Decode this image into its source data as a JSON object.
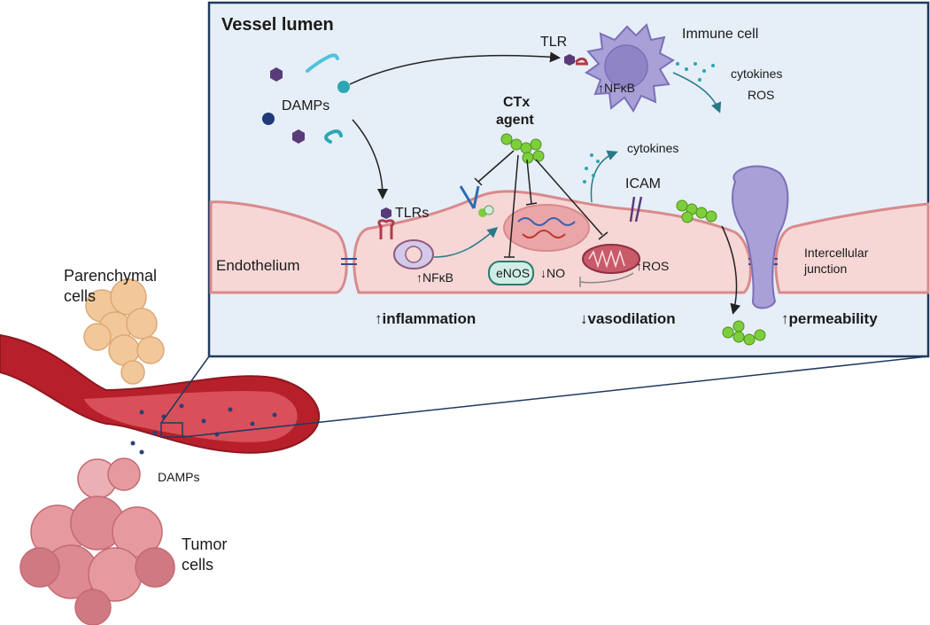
{
  "panel": {
    "title": "Vessel lumen",
    "immune_cell": "Immune cell",
    "tlr_immune": "TLR",
    "nfkb_immune": "↑NFκB",
    "cytokines_immune": "cytokines",
    "ros_immune": "ROS",
    "damps_lumen": "DAMPs",
    "ctx_line1": "CTx",
    "ctx_line2": "agent",
    "cytokines_endo": "cytokines",
    "icam": "ICAM",
    "tlrs": "TLRs",
    "endothelium": "Endothelium",
    "nfkb_endo": "↑NFκB",
    "enos": "eNOS",
    "no": "↓NO",
    "ros_endo": "↑ROS",
    "junction_line1": "Intercellular",
    "junction_line2": "junction",
    "inflammation": "↑inflammation",
    "vasodilation": "↓vasodilation",
    "permeability": "↑permeability"
  },
  "overview": {
    "parenchymal_line1": "Parenchymal",
    "parenchymal_line2": "cells",
    "damps": "DAMPs",
    "tumor_line1": "Tumor",
    "tumor_line2": "cells"
  },
  "colors": {
    "panel_border": "#1f3a5f",
    "panel_fill": "#e6eef7",
    "endothelium_fill": "#f6d7d6",
    "endothelium_stroke": "#d98a8c",
    "vessel": "#b7202b",
    "immune_cell": "#a8a0d6",
    "ctx_green": "#7ccf3a",
    "damp_teal": "#2aa7b4",
    "damp_purple": "#5a3b7a",
    "tumor": "#e59aa0",
    "parenchymal": "#f2c89a"
  }
}
